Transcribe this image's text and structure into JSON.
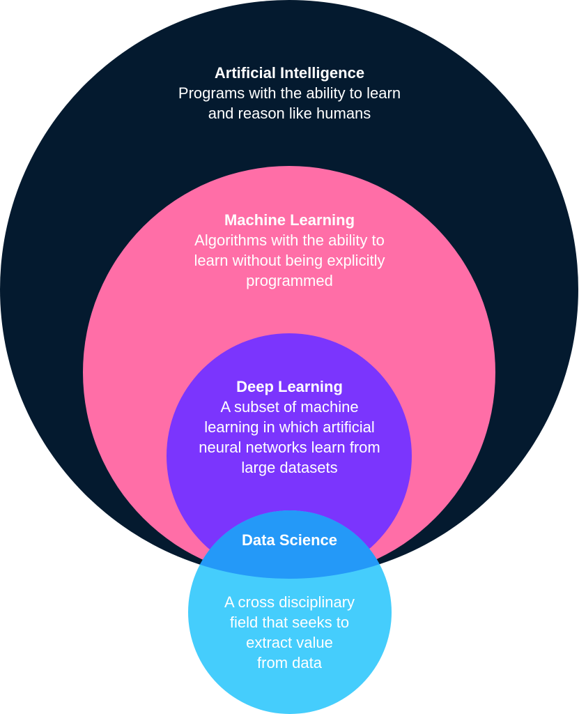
{
  "colors": {
    "ai": "#041a2f",
    "ml": "#ff6ea7",
    "dl": "#7b35fd",
    "ds": "#45cdfc",
    "ds_overlap": "#2499f8",
    "text": "#ffffff"
  },
  "circles": {
    "ai": {
      "title": "Artificial Intelligence",
      "lines": [
        "Programs with the ability to learn",
        "and reason like humans"
      ]
    },
    "ml": {
      "title": "Machine Learning",
      "lines": [
        "Algorithms with the ability to",
        "learn without being explicitly",
        "programmed"
      ]
    },
    "dl": {
      "title": "Deep Learning",
      "lines": [
        "A subset of machine",
        "learning in which artificial",
        "neural networks learn from",
        "large datasets"
      ]
    },
    "ds": {
      "title": "Data Science",
      "lines": [
        "A cross disciplinary",
        "field that seeks to",
        "extract value",
        "from data"
      ]
    }
  }
}
